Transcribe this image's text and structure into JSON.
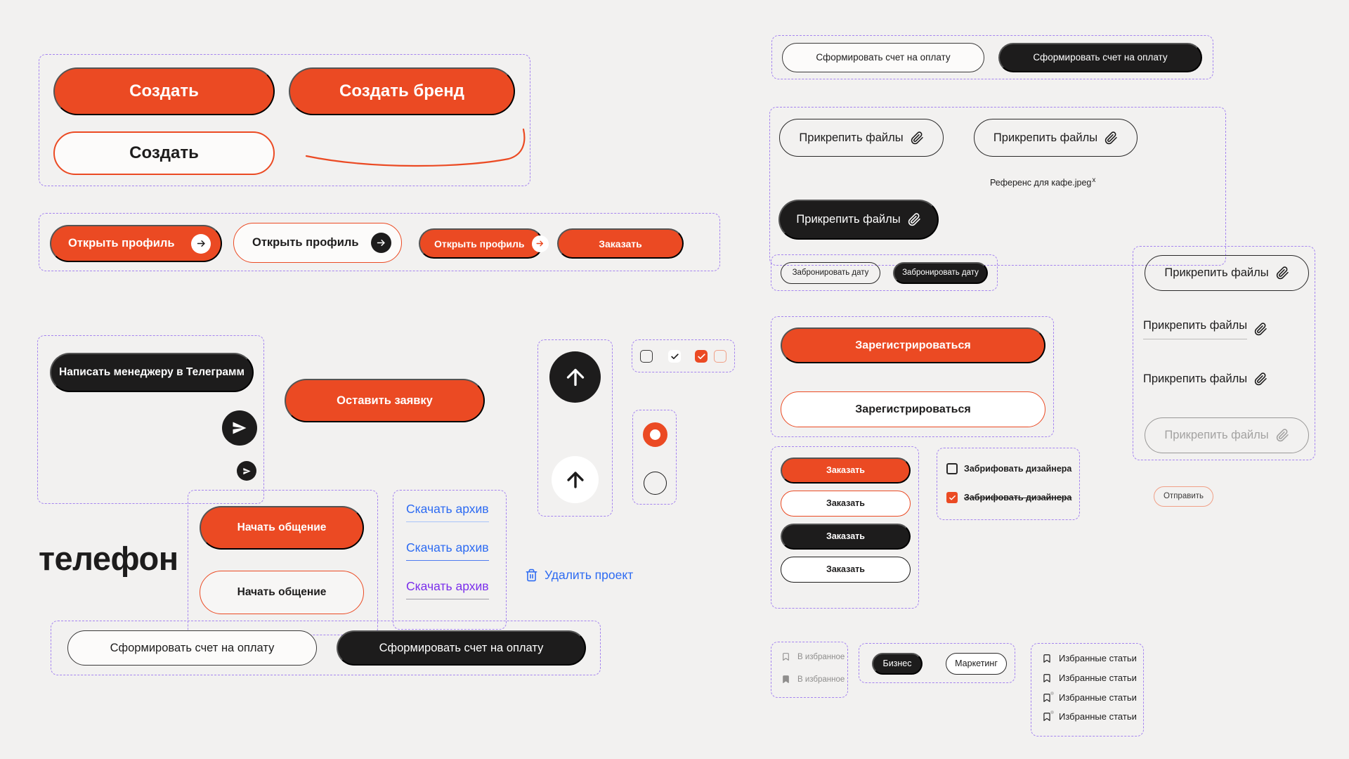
{
  "colors": {
    "background": "#F2F1F0",
    "accent_orange": "#EB4A23",
    "dark": "#1D1C1C",
    "frame_purple": "#A584EF",
    "link_blue": "#2D6BF2",
    "link_visited_purple": "#7B2FEB",
    "muted_gray": "#8F8E8D",
    "salmon_border": "#F0A087"
  },
  "icons": {
    "arrow_right": "arrow-right-icon",
    "arrow_up": "arrow-up-icon",
    "telegram": "telegram-plane-icon",
    "paperclip": "paperclip-icon",
    "trash": "trash-icon",
    "check": "checkmark-icon",
    "bookmark": "bookmark-icon"
  },
  "create_group": {
    "primary": "Создать",
    "sticker": "Создать бренд",
    "secondary": "Создать"
  },
  "open_profile_group": {
    "btn1": "Открыть профиль",
    "btn2": "Открыть профиль",
    "btn3": "Открыть профиль",
    "btn4": "Заказать"
  },
  "telegram_group": {
    "button": "Написать менеджеру в Телеграмм"
  },
  "request_button": "Оставить заявку",
  "logo": "телефон",
  "chat_group": {
    "primary": "Начать общение",
    "secondary": "Начать общение"
  },
  "links_group": {
    "link1": "Скачать архив",
    "link2": "Скачать архив",
    "link3": "Скачать архив"
  },
  "delete_project": "Удалить проект",
  "invoice_bottom": {
    "outline": "Сформировать счет на оплату",
    "solid": "Сформировать счет на оплату"
  },
  "invoice_top": {
    "outline": "Сформировать счет на оплату",
    "solid": "Сформировать счет на оплату"
  },
  "attach_group": {
    "btn1": "Прикрепить файлы",
    "btn2": "Прикрепить файлы",
    "btn3": "Прикрепить файлы",
    "file_name": "Референс для кафе.jpeg",
    "file_remove": "x"
  },
  "book_date_group": {
    "outline": "Забронировать дату",
    "solid": "Забронировать дату"
  },
  "register_group": {
    "primary": "Зарегистрироваться",
    "secondary": "Зарегистрироваться"
  },
  "order_group": {
    "labels": [
      "Заказать",
      "Заказать",
      "Заказать",
      "Заказать"
    ]
  },
  "brief_group": {
    "unchecked_label": "Забрифовать дизайнера",
    "checked_label": "Забрифовать дизайнера"
  },
  "attach_right_group": {
    "pill": "Прикрепить файлы",
    "underlined": "Прикрепить файлы",
    "plain": "Прикрепить файлы",
    "disabled": "Прикрепить файлы"
  },
  "send_button": "Отправить",
  "favorite_group": {
    "row1": "В избранное",
    "row2": "В избранное"
  },
  "tags_group": {
    "tag1": "Бизнес",
    "tag2": "Маркетинг"
  },
  "articles_group": {
    "items": [
      "Избранные статьи",
      "Избранные статьи",
      "Избранные статьи",
      "Избранные статьи"
    ]
  }
}
